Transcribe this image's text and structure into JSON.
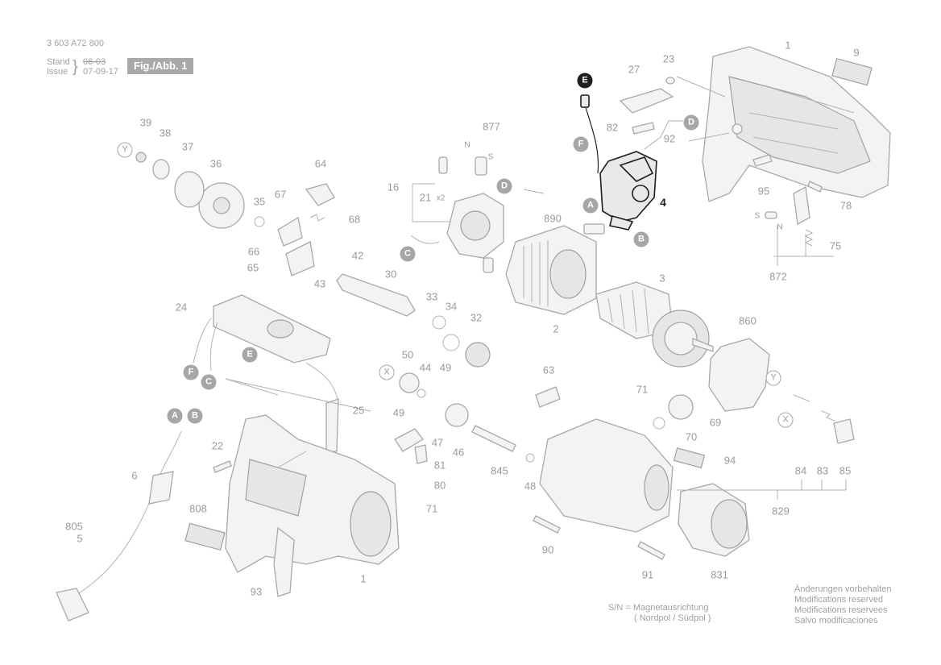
{
  "header": {
    "doc_number": "3 603 A72 800",
    "stand_label": "Stand",
    "issue_label": "Issue",
    "date_old": "06-03",
    "date_new": "07-09-17",
    "figure_label": "Fig./Abb. 1"
  },
  "part_numbers": {
    "p1": "1",
    "p1b": "1",
    "p2": "2",
    "p3": "3",
    "p4": "4",
    "p5": "5",
    "p6": "6",
    "p9": "9",
    "p16": "16",
    "p21": "21",
    "p21x": "x2",
    "p22": "22",
    "p23": "23",
    "p24": "24",
    "p25": "25",
    "p27": "27",
    "p30": "30",
    "p32": "32",
    "p33": "33",
    "p34": "34",
    "p35": "35",
    "p36": "36",
    "p37": "37",
    "p38": "38",
    "p39": "39",
    "p42": "42",
    "p43": "43",
    "p44": "44",
    "p46": "46",
    "p47": "47",
    "p48": "48",
    "p49a": "49",
    "p49b": "49",
    "p50": "50",
    "p63": "63",
    "p64": "64",
    "p65": "65",
    "p66": "66",
    "p67": "67",
    "p68": "68",
    "p69": "69",
    "p70": "70",
    "p71a": "71",
    "p71b": "71",
    "p75": "75",
    "p78": "78",
    "p80": "80",
    "p81": "81",
    "p82": "82",
    "p83": "83",
    "p84": "84",
    "p85": "85",
    "p90": "90",
    "p91": "91",
    "p92": "92",
    "p93": "93",
    "p94": "94",
    "p95": "95",
    "p805": "805",
    "p808": "808",
    "p829": "829",
    "p831": "831",
    "p845": "845",
    "p860": "860",
    "p872": "872",
    "p877": "877",
    "p890": "890"
  },
  "markers": {
    "A": "A",
    "B": "B",
    "C": "C",
    "D": "D",
    "E": "E",
    "F": "F",
    "X": "X",
    "Y": "Y"
  },
  "small_labels": {
    "N": "N",
    "S": "S"
  },
  "footer": {
    "sn_line1": "S/N = Magnetausrichtung",
    "sn_line2": "( Nordpol / Südpol )",
    "mods": [
      "Änderungen vorbehalten",
      "Modifications reserved",
      "Modifications reservees",
      "Salvo modificaciones"
    ]
  }
}
